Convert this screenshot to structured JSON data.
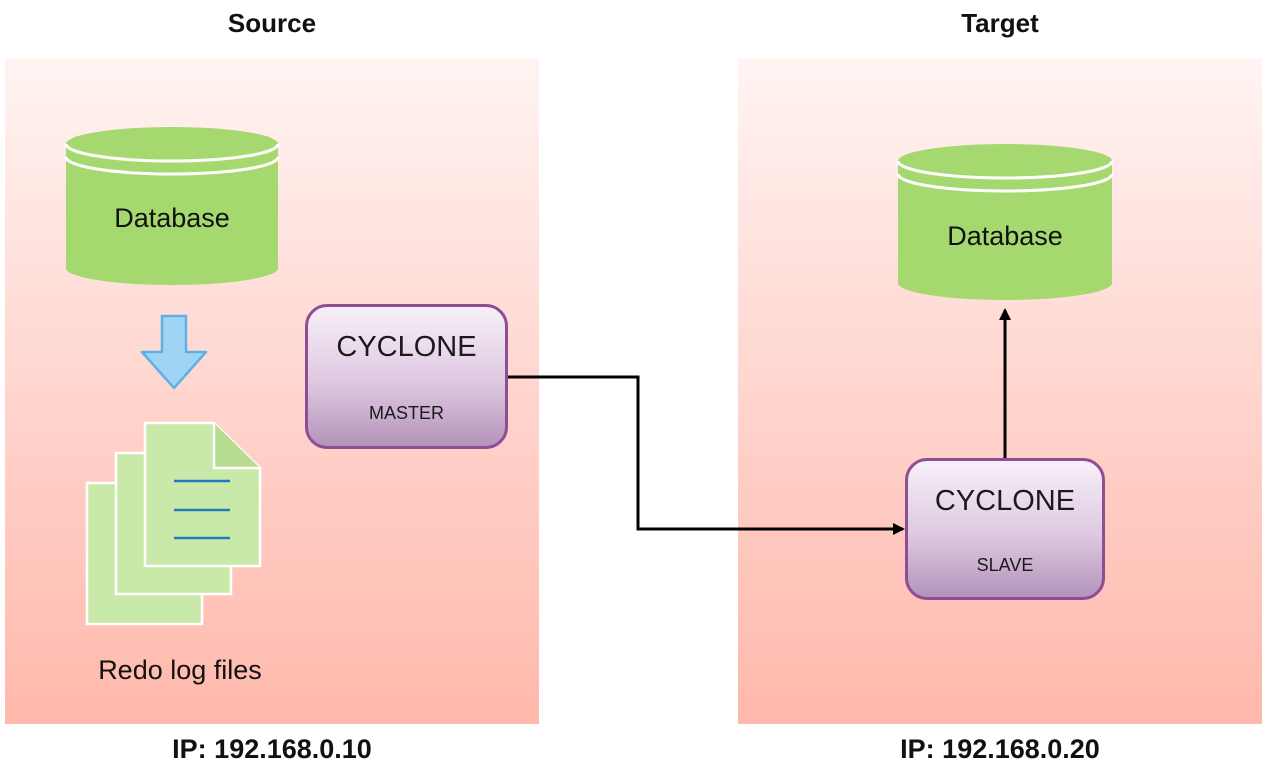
{
  "headings": {
    "source": "Source",
    "target": "Target"
  },
  "ips": {
    "source": "IP: 192.168.0.10",
    "target": "IP: 192.168.0.20"
  },
  "source_panel": {
    "database_label": "Database",
    "redo_label": "Redo log files",
    "node_title": "CYCLONE",
    "node_role": "MASTER"
  },
  "target_panel": {
    "database_label": "Database",
    "node_title": "CYCLONE",
    "node_role": "SLAVE"
  },
  "colors": {
    "panel_top": "#fff4f2",
    "panel_bottom": "#ffb8ab",
    "database_fill": "#a5d86e",
    "database_stroke": "#ffffff",
    "node_border": "#8f4d96",
    "node_fill_top": "#f7f0f8",
    "node_fill_bottom": "#b494ba",
    "arrow_down_fill": "#9fd4f5",
    "arrow_down_stroke": "#5eb1e4",
    "document_fill": "#c9e9a8",
    "document_lines": "#1f7cc0",
    "connector": "#000000"
  },
  "icons": {
    "source_database": "database-cylinder-icon",
    "target_database": "database-cylinder-icon",
    "down_arrow": "down-arrow-icon",
    "redo_logs": "document-stack-icon"
  }
}
